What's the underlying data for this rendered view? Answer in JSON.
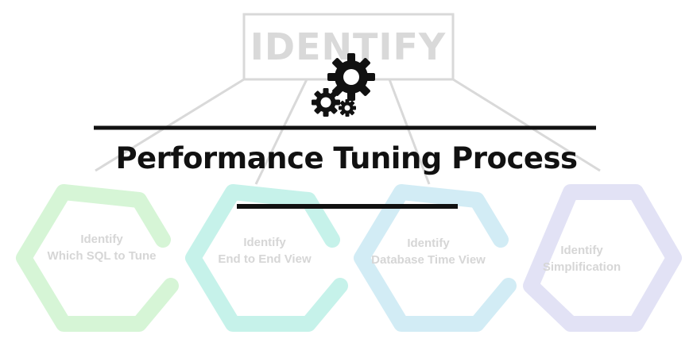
{
  "header": {
    "identify_word": "IDENTIFY"
  },
  "title": "Performance Tuning Process",
  "colors": {
    "hex_1": "#d6f5d6",
    "hex_2": "#c6f2ea",
    "hex_3": "#d2ecf5",
    "hex_4": "#e2e2f5",
    "lines": "#d9d9d9",
    "rule": "#111111"
  },
  "icons": {
    "gears": "gears-icon"
  },
  "steps": [
    {
      "line1": "Identify",
      "line2": "Which SQL to Tune"
    },
    {
      "line1": "Identify",
      "line2": "End to End View"
    },
    {
      "line1": "Identify",
      "line2": "Database Time View"
    },
    {
      "line1": "Identify",
      "line2": "Simplification"
    }
  ]
}
